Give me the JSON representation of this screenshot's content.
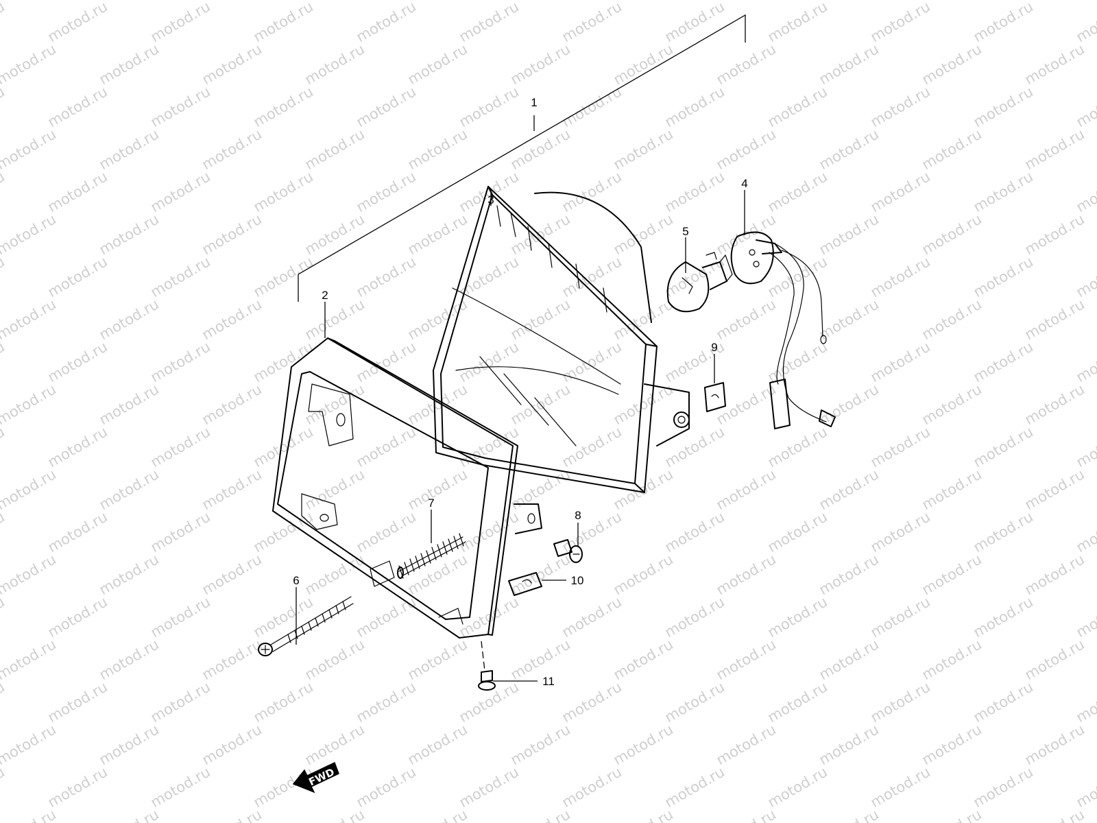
{
  "watermark": {
    "text": "motod.ru",
    "color": "#cfcfcf"
  },
  "direction_marker": {
    "text": "FWD",
    "icon": "forward-arrow-icon"
  },
  "parts": [
    {
      "number": "1",
      "name": "headlight-assembly"
    },
    {
      "number": "2",
      "name": "headlight-rim"
    },
    {
      "number": "3",
      "name": "headlight-unit"
    },
    {
      "number": "4",
      "name": "bulb-socket"
    },
    {
      "number": "5",
      "name": "bulb"
    },
    {
      "number": "6",
      "name": "adjusting-screw"
    },
    {
      "number": "7",
      "name": "spring"
    },
    {
      "number": "8",
      "name": "screw"
    },
    {
      "number": "9",
      "name": "nut"
    },
    {
      "number": "10",
      "name": "nut"
    },
    {
      "number": "11",
      "name": "screw"
    }
  ]
}
